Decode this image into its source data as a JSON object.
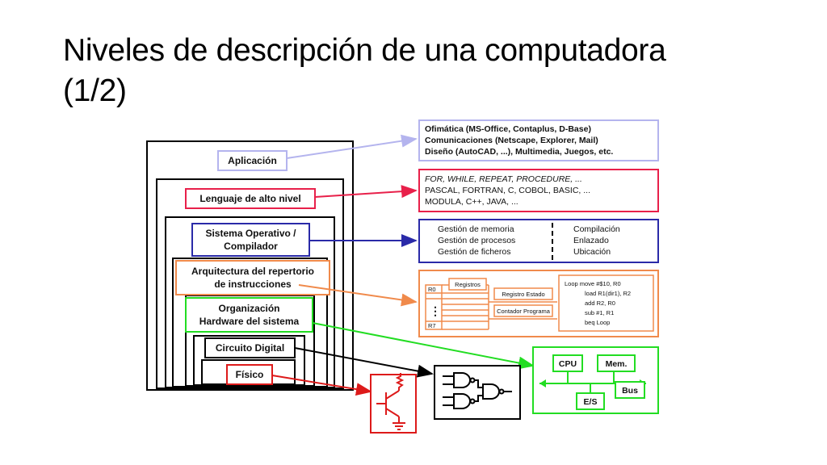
{
  "slide": {
    "title_line1": "Niveles de descripción de una computadora",
    "title_line2": "(1/2)"
  },
  "levels": {
    "aplicacion": "Aplicación",
    "alto_nivel": "Lenguaje de alto nivel",
    "so_line1": "Sistema Operativo /",
    "so_line2": "Compilador",
    "arq_line1": "Arquitectura del repertorio",
    "arq_line2": "de instrucciones",
    "org_line1": "Organización",
    "org_line2": "Hardware del sistema",
    "circuito": "Circuito Digital",
    "fisico": "Físico"
  },
  "app_box": {
    "line1": "Ofimática (MS-Office, Contaplus, D-Base)",
    "line2": "Comunicaciones (Netscape, Explorer, Mail)",
    "line3": "Diseño (AutoCAD, ...), Multimedia, Juegos, etc."
  },
  "lang_box": {
    "line1": "FOR, WHILE, REPEAT, PROCEDURE, ...",
    "line2": "PASCAL, FORTRAN, C, COBOL, BASIC, ...",
    "line3": "MODULA, C++, JAVA, ..."
  },
  "os_box": {
    "left1": "Gestión de memoria",
    "left2": "Gestión de procesos",
    "left3": "Gestión de ficheros",
    "right1": "Compilación",
    "right2": "Enlazado",
    "right3": "Ubicación"
  },
  "isa_box": {
    "registros": "Registros",
    "r0": "R0",
    "r7": "R7",
    "registro_estado": "Registro Estado",
    "contador_programa": "Contador Programa",
    "code1": "Loop move  #$10, R0",
    "code2": "load   R1(dir1), R2",
    "code3": "add    R2, R0",
    "code4": "sub    #1, R1",
    "code5": "beq    Loop"
  },
  "hw_box": {
    "cpu": "CPU",
    "mem": "Mem.",
    "es": "E/S",
    "bus": "Bus"
  },
  "colors": {
    "app": "#b4b4ee",
    "lang": "#e8204a",
    "os": "#2a2aa8",
    "isa": "#f08a4b",
    "hw": "#22dd22",
    "physical": "#dd1a1a",
    "black": "#000000"
  }
}
